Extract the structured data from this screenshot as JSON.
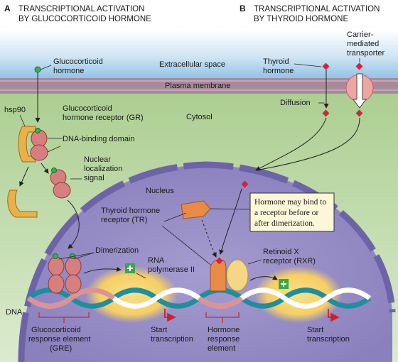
{
  "panel_a": {
    "letter": "A",
    "title_line1": "TRANSCRIPTIONAL ACTIVATION",
    "title_line2": "BY GLUCOCORTICOID HORMONE"
  },
  "panel_b": {
    "letter": "B",
    "title_line1": "TRANSCRIPTIONAL ACTIVATION",
    "title_line2": "BY THYROID HORMONE"
  },
  "regions": {
    "extracellular": "Extracellular space",
    "membrane": "Plasma membrane",
    "cytosol": "Cytosol",
    "nucleus": "Nucleus",
    "dna": "DNA"
  },
  "labels": {
    "gc_hormone": [
      "Glucocorticoid",
      "hormone"
    ],
    "hsp90": "hsp90",
    "gr": [
      "Glucocorticoid",
      "hormone receptor (GR)"
    ],
    "dna_binding": "DNA-binding domain",
    "nls": [
      "Nuclear",
      "localization",
      "signal"
    ],
    "dimerization": "Dimerization",
    "rna_pol": [
      "RNA",
      "polymerase II"
    ],
    "gre": [
      "Glucocorticoid",
      "response element",
      "(GRE)"
    ],
    "start_a": [
      "Start",
      "transcription"
    ],
    "thyroid_hormone": [
      "Thyroid",
      "hormone"
    ],
    "carrier": [
      "Carrier-",
      "mediated",
      "transporter"
    ],
    "diffusion": "Diffusion",
    "tr": [
      "Thyroid hormone",
      "receptor (TR)"
    ],
    "rxr": [
      "Retinoid X",
      "receptor (RXR)"
    ],
    "hre": [
      "Hormone",
      "response",
      "element"
    ],
    "start_b": [
      "Start",
      "transcription"
    ]
  },
  "callout": [
    "Hormone may bind to",
    "a receptor before or",
    "after dimerization."
  ],
  "colors": {
    "extracellular": "#8ec1e6",
    "membrane": "#a88a9a",
    "cytosol": "#bcd7a2",
    "nucleus": "#9d93c8",
    "receptor": "#d77f7f",
    "hsp90": "#eab04a",
    "polymerase": "#f6cf63",
    "tr": "#ea8a48",
    "rxr": "#f5d684",
    "hormone_a": "#3cb14d",
    "hormone_b": "#d0243a",
    "dna_teal": "#1d8fa0",
    "dna_red": "#c03a3a",
    "arrow_start": "#d11f2a"
  }
}
